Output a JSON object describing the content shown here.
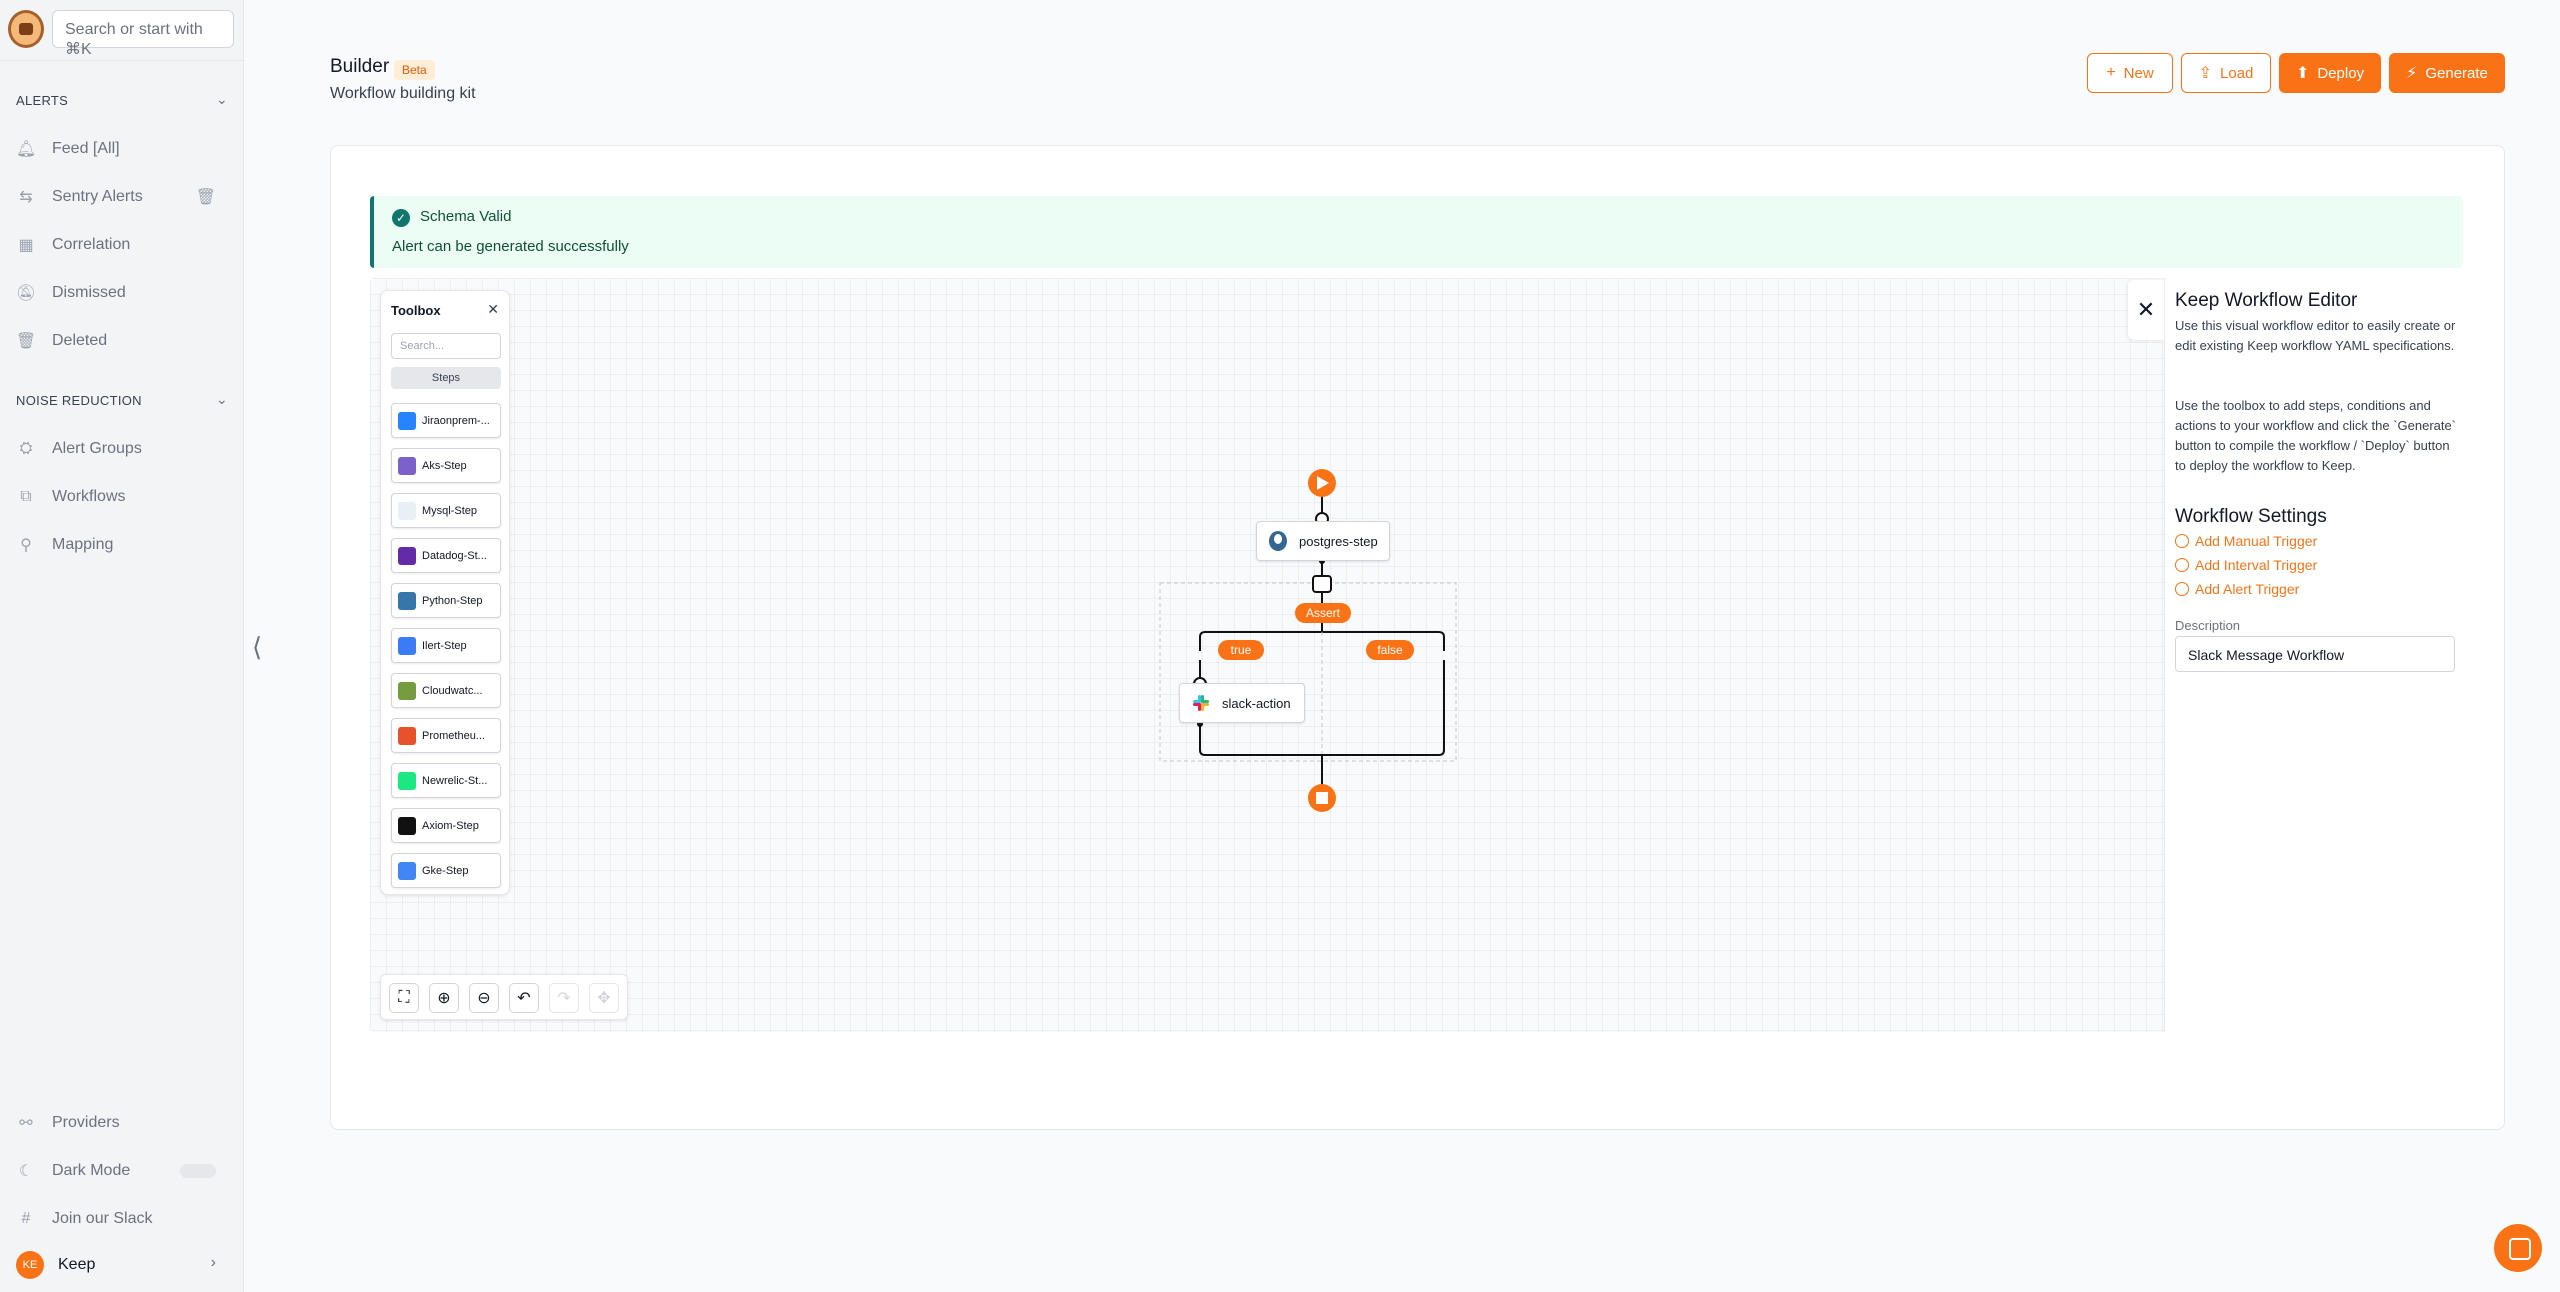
{
  "sidebar": {
    "search_placeholder": "Search or start with ⌘K",
    "alerts_section": "ALERTS",
    "alerts_items": [
      {
        "label": "Feed [All]"
      },
      {
        "label": "Sentry Alerts"
      },
      {
        "label": "Correlation"
      },
      {
        "label": "Dismissed"
      },
      {
        "label": "Deleted"
      }
    ],
    "noise_section": "NOISE REDUCTION",
    "noise_items": [
      {
        "label": "Alert Groups"
      },
      {
        "label": "Workflows"
      },
      {
        "label": "Mapping"
      }
    ],
    "bottom_items": {
      "providers": "Providers",
      "dark_mode": "Dark Mode",
      "slack": "Join our Slack",
      "user_initials": "KE",
      "user_name": "Keep"
    }
  },
  "header": {
    "title": "Builder",
    "badge": "Beta",
    "subtitle": "Workflow building kit",
    "buttons": {
      "new": "New",
      "load": "Load",
      "deploy": "Deploy",
      "generate": "Generate"
    },
    "accent_color": "#f97316"
  },
  "alert": {
    "title": "Schema Valid",
    "description": "Alert can be generated successfully"
  },
  "toolbox": {
    "title": "Toolbox",
    "search_placeholder": "Search...",
    "tab": "Steps",
    "steps": [
      {
        "label": "Jiraonprem-...",
        "color": "#2684ff"
      },
      {
        "label": "Aks-Step",
        "color": "#7b61c9"
      },
      {
        "label": "Mysql-Step",
        "color": "#e6f0f5"
      },
      {
        "label": "Datadog-St...",
        "color": "#632ca6"
      },
      {
        "label": "Python-Step",
        "color": "#3776ab"
      },
      {
        "label": "Ilert-Step",
        "color": "#3c7bf6"
      },
      {
        "label": "Cloudwatc...",
        "color": "#759c3e"
      },
      {
        "label": "Prometheu...",
        "color": "#e6522c"
      },
      {
        "label": "Newrelic-St...",
        "color": "#1ce783"
      },
      {
        "label": "Axiom-Step",
        "color": "#111111"
      },
      {
        "label": "Gke-Step",
        "color": "#4285f4"
      }
    ]
  },
  "flow": {
    "postgres_node": "postgres-step",
    "assert_label": "Assert",
    "true_label": "true",
    "false_label": "false",
    "slack_node": "slack-action"
  },
  "panel": {
    "title": "Keep Workflow Editor",
    "intro": "Use this visual workflow editor to easily create or edit existing Keep workflow YAML specifications.",
    "instructions": "Use the toolbox to add steps, conditions and actions to your workflow and click the `Generate` button to compile the workflow / `Deploy` button to deploy the workflow to Keep.",
    "settings_title": "Workflow Settings",
    "links": [
      "Add Manual Trigger",
      "Add Interval Trigger",
      "Add Alert Trigger"
    ],
    "description_label": "Description",
    "description_value": "Slack Message Workflow"
  }
}
